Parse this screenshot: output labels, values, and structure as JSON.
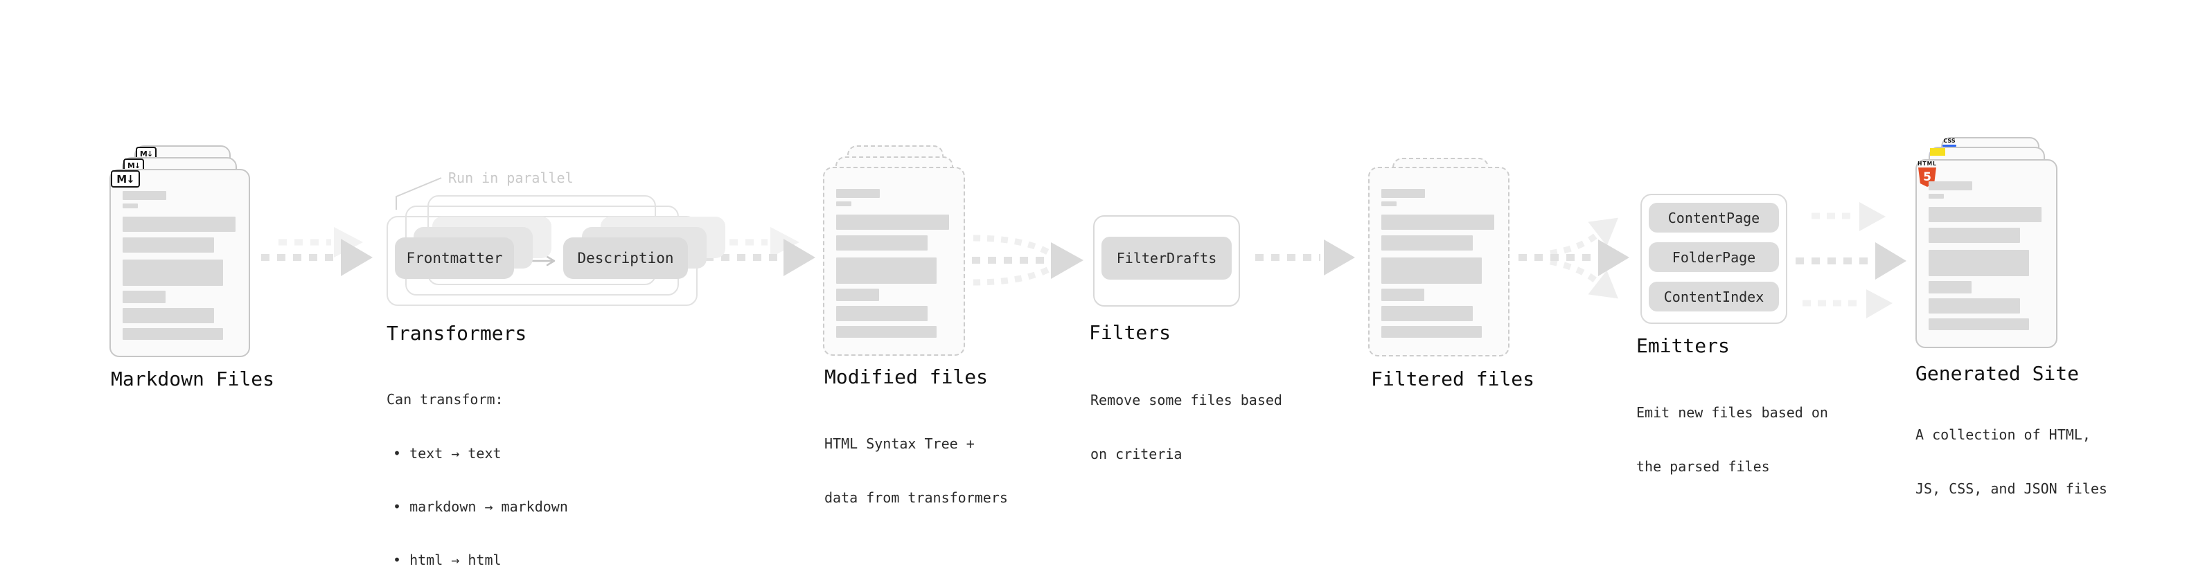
{
  "stages": {
    "markdown_files": {
      "label": "Markdown Files",
      "badge": "M↓"
    },
    "transformers": {
      "label": "Transformers",
      "callout": "Run in parallel",
      "pill_frontmatter": "Frontmatter",
      "pill_description": "Description",
      "desc_title": "Can transform:",
      "bullets": [
        "• text → text",
        "• markdown → markdown",
        "• html → html"
      ]
    },
    "modified_files": {
      "label": "Modified files",
      "desc": [
        "HTML Syntax Tree +",
        "data from transformers"
      ]
    },
    "filters": {
      "label": "Filters",
      "pill": "FilterDrafts",
      "desc": [
        "Remove some files based",
        "on criteria"
      ]
    },
    "filtered_files": {
      "label": "Filtered files"
    },
    "emitters": {
      "label": "Emitters",
      "pills": [
        "ContentPage",
        "FolderPage",
        "ContentIndex"
      ],
      "desc": [
        "Emit new files based on",
        "the parsed files"
      ]
    },
    "generated_site": {
      "label": "Generated Site",
      "desc": [
        "A collection of HTML,",
        "JS, CSS, and JSON files"
      ],
      "badge_css": "CSS",
      "badge_html_label": "HTML",
      "badge_html_number": "5"
    }
  },
  "colors": {
    "card_border": "#c7c7c7",
    "bar_fill": "#d9d9d9",
    "pill_fill": "#dcdcdc",
    "arrow_main": "#e2e2e2",
    "arrow_light": "#f2f2f2",
    "html5_orange": "#e44d26",
    "js_yellow": "#f7df1e",
    "css_blue": "#2c65f1"
  }
}
